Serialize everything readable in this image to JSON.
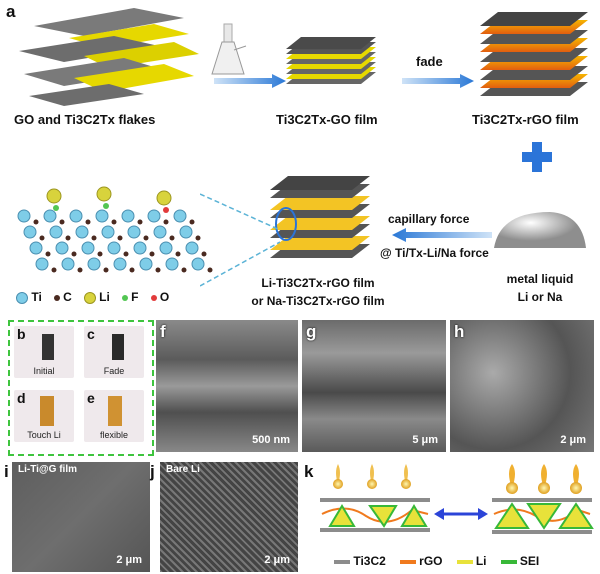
{
  "panel_a": {
    "letter": "a",
    "labels": {
      "flakes": "GO and Ti3C2Tx flakes",
      "film1": "Ti3C2Tx-GO film",
      "film2": "Ti3C2Tx-rGO film",
      "film3_line1": "Li-Ti3C2Tx-rGO film",
      "film3_line2": "or Na-Ti3C2Tx-rGO film",
      "metal_line1": "metal liquid",
      "metal_line2": "Li or Na"
    },
    "arrows": {
      "fade": "fade",
      "capillary": "capillary force",
      "force": "@ Ti/Tx-Li/Na force"
    },
    "legend": [
      {
        "symbol": "Ti",
        "color": "#7ecde8"
      },
      {
        "symbol": "C",
        "color": "#4a2a20"
      },
      {
        "symbol": "Li",
        "color": "#d8d33c"
      },
      {
        "symbol": "F",
        "color": "#53c653"
      },
      {
        "symbol": "O",
        "color": "#e23b3b"
      }
    ]
  },
  "photos": [
    {
      "letter": "b",
      "caption": "Initial"
    },
    {
      "letter": "c",
      "caption": "Fade"
    },
    {
      "letter": "d",
      "caption": "Touch  Li"
    },
    {
      "letter": "e",
      "caption": "flexible"
    }
  ],
  "sem": [
    {
      "letter": "f",
      "scale": "500 nm"
    },
    {
      "letter": "g",
      "scale": "5 μm"
    },
    {
      "letter": "h",
      "scale": "2 μm"
    },
    {
      "letter": "i",
      "tag": "Li-Ti@G film",
      "scale": "2 μm"
    },
    {
      "letter": "j",
      "tag": "Bare  Li",
      "scale": "2 μm"
    }
  ],
  "panel_k": {
    "letter": "k",
    "legend": [
      {
        "name": "Ti3C2",
        "color": "#8c8c8c"
      },
      {
        "name": "rGO",
        "color": "#f07a1e"
      },
      {
        "name": "Li",
        "color": "#e8e23a"
      },
      {
        "name": "SEI",
        "color": "#38b838"
      }
    ]
  }
}
